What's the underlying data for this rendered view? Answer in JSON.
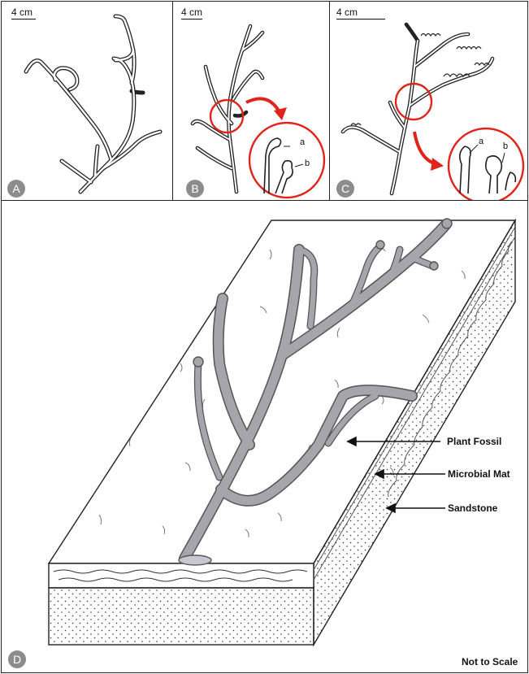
{
  "panels": {
    "a": {
      "letter": "A",
      "scale": "4 cm"
    },
    "b": {
      "letter": "B",
      "scale": "4 cm",
      "callout_a": "a",
      "callout_b": "b"
    },
    "c": {
      "letter": "C",
      "scale": "4 cm",
      "callout_a": "a",
      "callout_b": "b"
    },
    "d": {
      "letter": "D"
    }
  },
  "labels": {
    "plant_fossil": "Plant Fossil",
    "microbial_mat": "Microbial Mat",
    "sandstone": "Sandstone"
  },
  "note": "Not to Scale",
  "colors": {
    "highlight": "#e0241b",
    "fossil": "#a7a5ac",
    "badge": "#8c8c8c"
  }
}
